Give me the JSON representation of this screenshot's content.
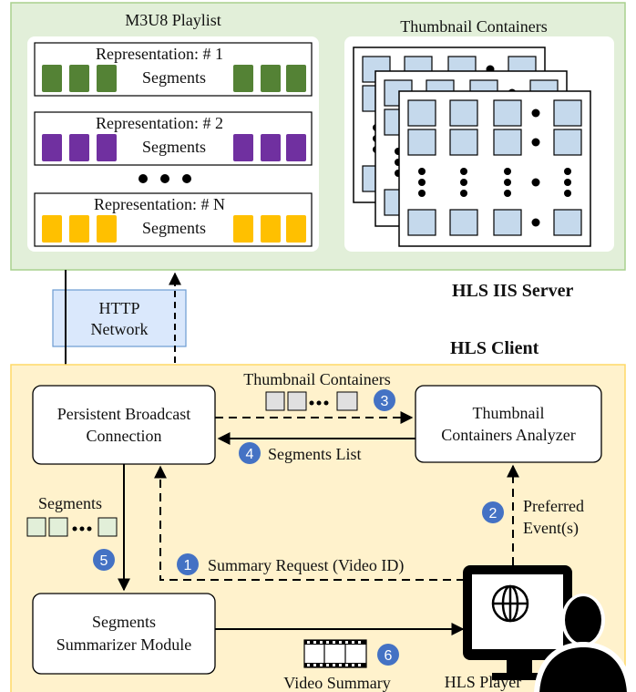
{
  "server": {
    "title": "HLS IIS Server",
    "playlist_title": "M3U8 Playlist",
    "representations": [
      {
        "label": "Representation: # 1",
        "segments_label": "Segments",
        "color": "#548235"
      },
      {
        "label": "Representation: # 2",
        "segments_label": "Segments",
        "color": "#7030a0"
      },
      {
        "label": "Representation: # N",
        "segments_label": "Segments",
        "color": "#ffc000"
      }
    ],
    "thumbnails_title": "Thumbnail Containers"
  },
  "network": {
    "line1": "HTTP",
    "line2": "Network"
  },
  "client": {
    "title": "HLS Client",
    "broadcast": {
      "line1": "Persistent Broadcast",
      "line2": "Connection"
    },
    "analyzer": {
      "line1": "Thumbnail",
      "line2": "Containers Analyzer"
    },
    "summarizer": {
      "line1": "Segments",
      "line2": "Summarizer Module"
    },
    "player_label": "HLS Player"
  },
  "flows": {
    "thumb_containers": {
      "step": "3",
      "label": "Thumbnail Containers"
    },
    "segments_list": {
      "step": "4",
      "label": "Segments List"
    },
    "segments": {
      "step": "5",
      "label": "Segments"
    },
    "summary_request": {
      "step": "1",
      "label": "Summary Request (Video ID)"
    },
    "preferred": {
      "step": "2",
      "line1": "Preferred",
      "line2": "Event(s)"
    },
    "video_summary": {
      "step": "6",
      "label": "Video Summary"
    }
  },
  "colors": {
    "server_bg": "#e2efd9",
    "server_border": "#a9d18e",
    "client_bg": "#fff2cc",
    "client_border": "#ffd966",
    "network_bg": "#dae8fc",
    "network_border": "#6c9bd2",
    "step_badge": "#4472c4",
    "thumb_cell": "#c5d9ec",
    "segment_thumb": "#e2efd9"
  }
}
